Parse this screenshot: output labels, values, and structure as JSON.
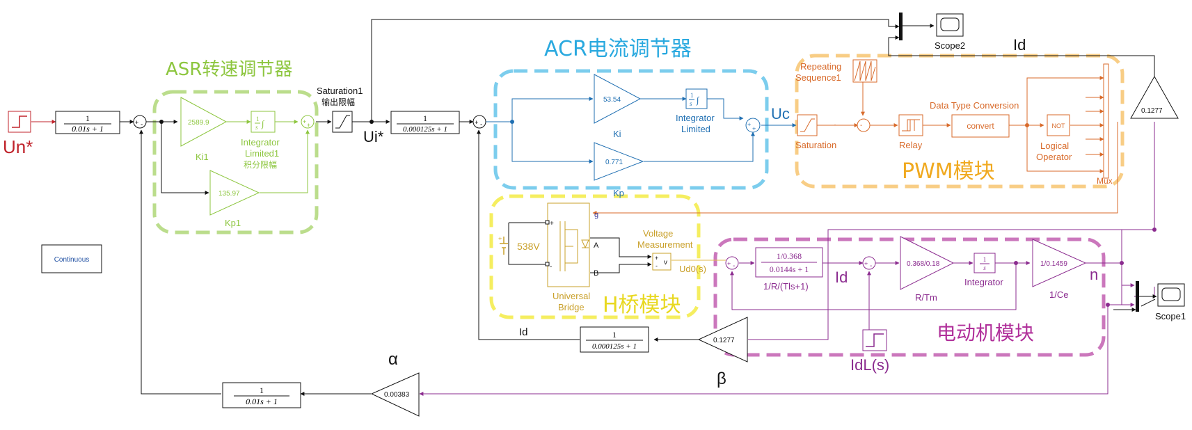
{
  "colors": {
    "asr": "#8dc63f",
    "acr": "#5bc1e8",
    "hbridge": "#f2ea38",
    "pwm": "#f6c067",
    "motor": "#b94aa6",
    "red": "#c0232b",
    "blue": "#1f6fb2",
    "orange": "#d86a2a",
    "purple": "#8b2b8f",
    "gold": "#c9a02a",
    "black": "#111111"
  },
  "regions": {
    "asr_title": "ASR转速调节器",
    "acr_title": "ACR电流调节器",
    "pwm_title": "PWM模块",
    "hbridge_title": "H桥模块",
    "motor_title": "电动机模块"
  },
  "signals": {
    "un_star": "Un*",
    "ui_star": "Ui*",
    "uc": "Uc",
    "id_top": "Id",
    "id_motor": "Id",
    "id_bottom": "Id",
    "n": "n",
    "alpha": "α",
    "beta": "β",
    "idl": "IdL(s)",
    "ud0": "Ud0(s)"
  },
  "blocks": {
    "filter_un": {
      "num": "1",
      "den": "0.01s + 1"
    },
    "filter_ui": {
      "num": "1",
      "den": "0.000125s + 1"
    },
    "filter_id": {
      "num": "1",
      "den": "0.000125s + 1"
    },
    "filter_n": {
      "num": "1",
      "den": "0.01s + 1"
    },
    "ki1": {
      "value": "2589.9",
      "label": "Ki1"
    },
    "kp1": {
      "value": "135.97",
      "label": "Kp1"
    },
    "int_lim1": {
      "label1": "Integrator",
      "label2": "Limited1",
      "label3": "积分限幅"
    },
    "saturation1": {
      "label1": "Saturation1",
      "label2": "输出限幅"
    },
    "ki": {
      "value": "53.54",
      "label": "Ki"
    },
    "kp": {
      "value": "0.771",
      "label": "Kp"
    },
    "int_lim": {
      "label1": "Integrator",
      "label2": "Limited"
    },
    "int_symbol": {
      "num": "1",
      "den": "s"
    },
    "repeating": {
      "label1": "Repeating",
      "label2": "Sequence1"
    },
    "saturation": {
      "label": "Saturation"
    },
    "relay": {
      "label": "Relay"
    },
    "dtc": {
      "text": "convert",
      "label": "Data Type Conversion"
    },
    "not": {
      "text": "NOT",
      "label1": "Logical",
      "label2": "Operator"
    },
    "mux": {
      "label": "Mux"
    },
    "gain_pwm": {
      "value": "0.1277"
    },
    "scope2": {
      "label": "Scope2"
    },
    "scope1": {
      "label": "Scope1"
    },
    "bridge": {
      "label1": "Universal",
      "label2": "Bridge",
      "port_g": "g",
      "port_a": "A",
      "port_b": "B",
      "plus": "+",
      "minus": "-"
    },
    "dc_source": {
      "label": "538V"
    },
    "vmeas": {
      "label1": "Voltage",
      "label2": "Measurement",
      "port_v": "v"
    },
    "motor_tf": {
      "num": "1/0.368",
      "den": "0.0144s + 1",
      "label": "1/R/(Tls+1)"
    },
    "rtm": {
      "value": "0.368/0.18",
      "label": "R/Tm"
    },
    "integrator": {
      "num": "1",
      "den": "s",
      "label": "Integrator"
    },
    "ce": {
      "value": "1/0.1459",
      "label": "1/Ce"
    },
    "gain_beta": {
      "value": "0.1277"
    },
    "gain_alpha": {
      "value": "0.00383"
    },
    "continuous": {
      "text": "Continuous"
    }
  }
}
